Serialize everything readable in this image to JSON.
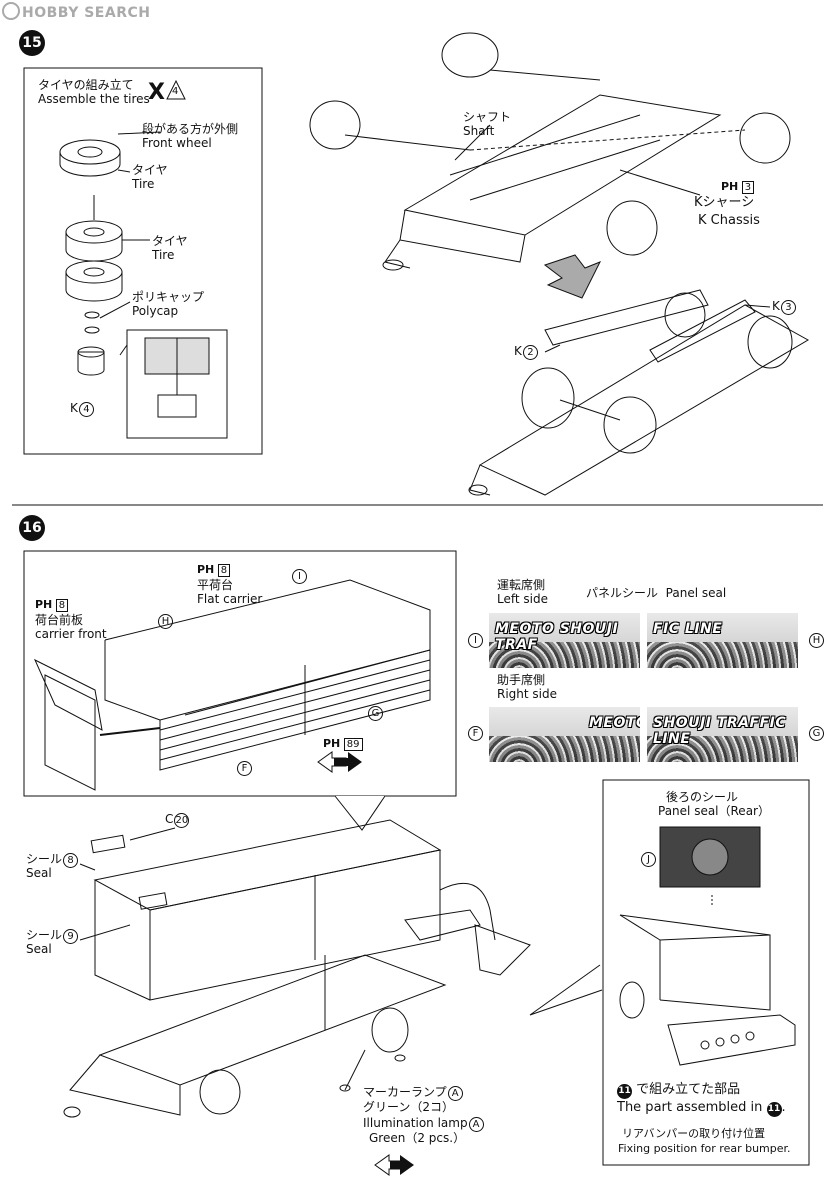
{
  "watermark": "HOBBY SEARCH",
  "step15": {
    "number": "15",
    "tires_box": {
      "title_jp": "タイヤの組み立て",
      "title_en": "Assemble the tires",
      "repeat_mark": "X",
      "repeat_count": "4",
      "front_wheel_jp": "段がある方が外側",
      "front_wheel_en": "Front wheel",
      "tire1_jp": "タイヤ",
      "tire1_en": "Tire",
      "tire2_jp": "タイヤ",
      "tire2_en": "Tire",
      "polycap_jp": "ポリキャップ",
      "polycap_en": "Polycap",
      "part_k": "K",
      "part_k_num": "4"
    },
    "shaft_jp": "シャフト",
    "shaft_en": "Shaft",
    "ph_prefix": "PH",
    "chassis_ph": "3",
    "chassis_jp": "Kシャーシ",
    "chassis_en": "K Chassis",
    "k2_letter": "K",
    "k2_num": "2",
    "k3_letter": "K",
    "k3_num": "3"
  },
  "step16": {
    "number": "16",
    "flat_carrier_ph": "8",
    "flat_carrier_jp": "平荷台",
    "flat_carrier_en": "Flat carrier",
    "carrier_front_ph": "8",
    "carrier_front_jp": "荷台前板",
    "carrier_front_en": "carrier front",
    "label_i": "I",
    "label_h": "H",
    "label_g": "G",
    "label_f": "F",
    "ph89": "89",
    "panel": {
      "left_side_jp": "運転席側",
      "left_side_en": "Left side",
      "panel_seal_jp": "パネルシール",
      "panel_seal_en": "Panel seal",
      "right_side_jp": "助手席側",
      "right_side_en": "Right side",
      "seal_i": "MEOTO SHOUJI TRAF",
      "seal_h": "FIC LINE",
      "seal_f": "MEOTO",
      "seal_g": "SHOUJI TRAFFIC LINE",
      "label_i": "I",
      "label_h": "H",
      "label_f": "F",
      "label_g": "G"
    },
    "c_letter": "C",
    "c_num": "20",
    "seal8_jp": "シール",
    "seal8_num": "8",
    "seal8_en": "Seal",
    "seal9_jp": "シール",
    "seal9_num": "9",
    "seal9_en": "Seal",
    "rear": {
      "title_jp": "後ろのシール",
      "title_en": "Panel seal（Rear）",
      "label_j": "J",
      "assembled_jp": "で組み立てた部品",
      "assembled_en": "The part assembled in",
      "step_ref": "11",
      "fixing_jp": "リアバンパーの取り付け位置",
      "fixing_en": "Fixing position for rear bumper."
    },
    "marker_jp": "マーカーランプ",
    "marker_letter": "A",
    "green_jp": "グリーン（2コ）",
    "illum_en": "Illumination lamp",
    "illum_letter": "A",
    "green_en": "Green（2 pcs.）"
  }
}
